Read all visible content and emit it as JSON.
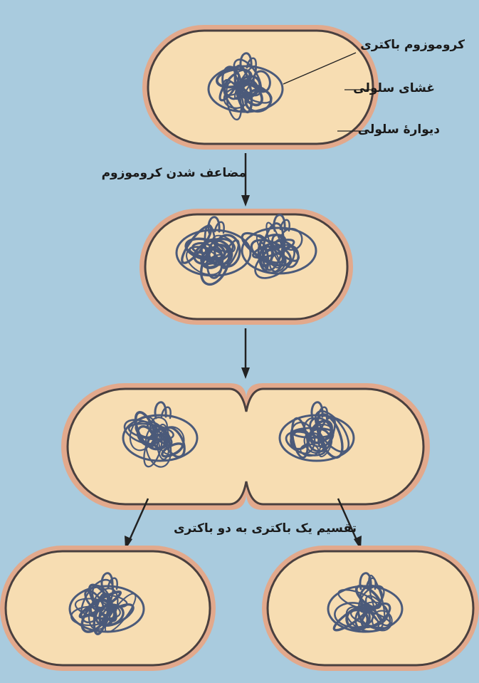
{
  "labels": {
    "chromosome": "کروموزوم باکتری",
    "membrane": "غشای سلولی",
    "wall": "دیوارۀ سلولی",
    "replication": "مضاعف شدن کروموزوم",
    "division": "تقسیم یک باکتری به دو باکتری"
  },
  "colors": {
    "background": "#a9cbde",
    "cytoplasm": "#f7ddb2",
    "wall": "#e2a98c",
    "membrane": "#4a403f",
    "dna": "#4b5a7a",
    "arrow": "#222222"
  },
  "stages": [
    "single-cell",
    "replicated-chromosome",
    "dividing-cell",
    "daughter-cells"
  ]
}
